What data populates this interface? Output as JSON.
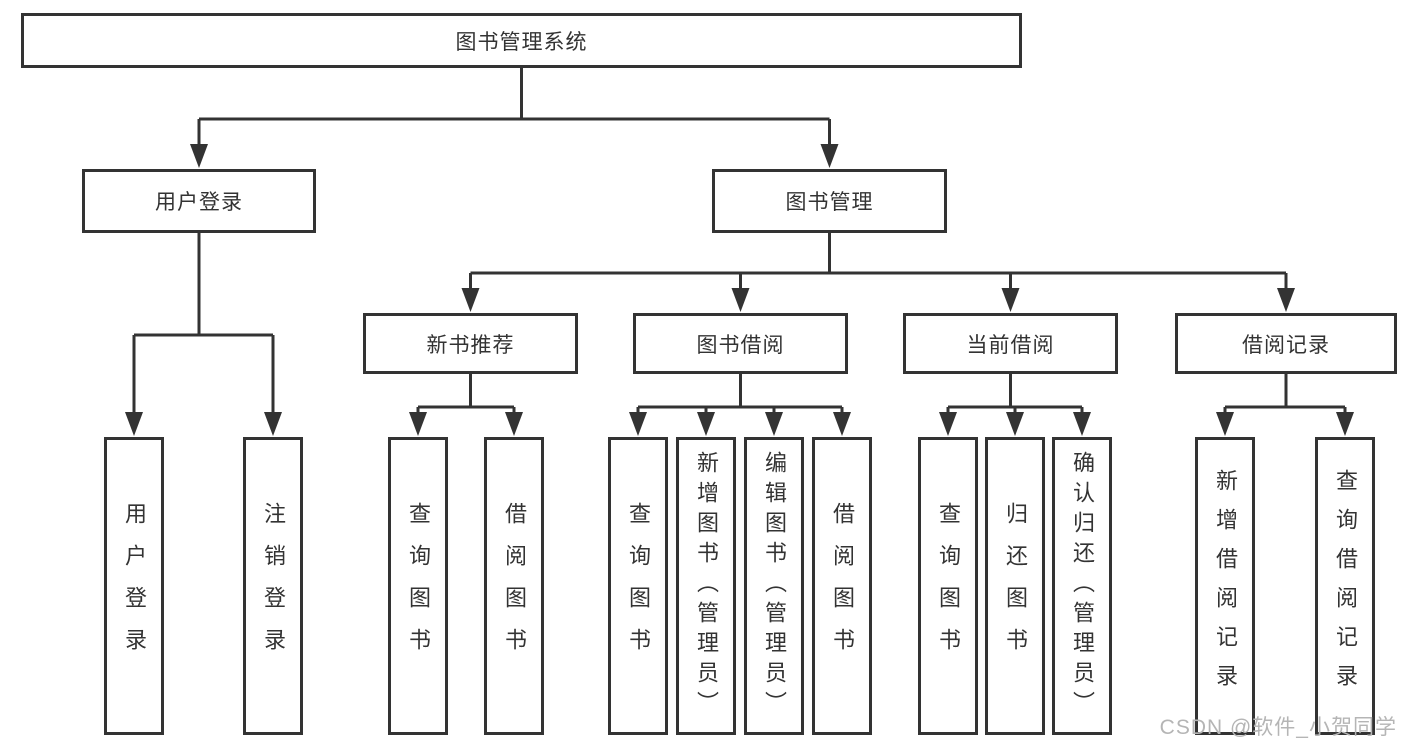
{
  "colors": {
    "line": "#333333",
    "text": "#333333",
    "watermark": "#b5b5b5",
    "background": "#ffffff"
  },
  "tree": {
    "label": "图书管理系统",
    "children": [
      {
        "label": "用户登录",
        "children": [
          {
            "label": "用户登录"
          },
          {
            "label": "注销登录"
          }
        ]
      },
      {
        "label": "图书管理",
        "children": [
          {
            "label": "新书推荐",
            "children": [
              {
                "label": "查询图书"
              },
              {
                "label": "借阅图书"
              }
            ]
          },
          {
            "label": "图书借阅",
            "children": [
              {
                "label": "查询图书"
              },
              {
                "label": "新增图书（管理员）"
              },
              {
                "label": "编辑图书（管理员）"
              },
              {
                "label": "借阅图书"
              }
            ]
          },
          {
            "label": "当前借阅",
            "children": [
              {
                "label": "查询图书"
              },
              {
                "label": "归还图书"
              },
              {
                "label": "确认归还（管理员）"
              }
            ]
          },
          {
            "label": "借阅记录",
            "children": [
              {
                "label": "新增借阅记录"
              },
              {
                "label": "查询借阅记录"
              }
            ]
          }
        ]
      }
    ]
  },
  "watermark": "CSDN @软件_小贺同学"
}
